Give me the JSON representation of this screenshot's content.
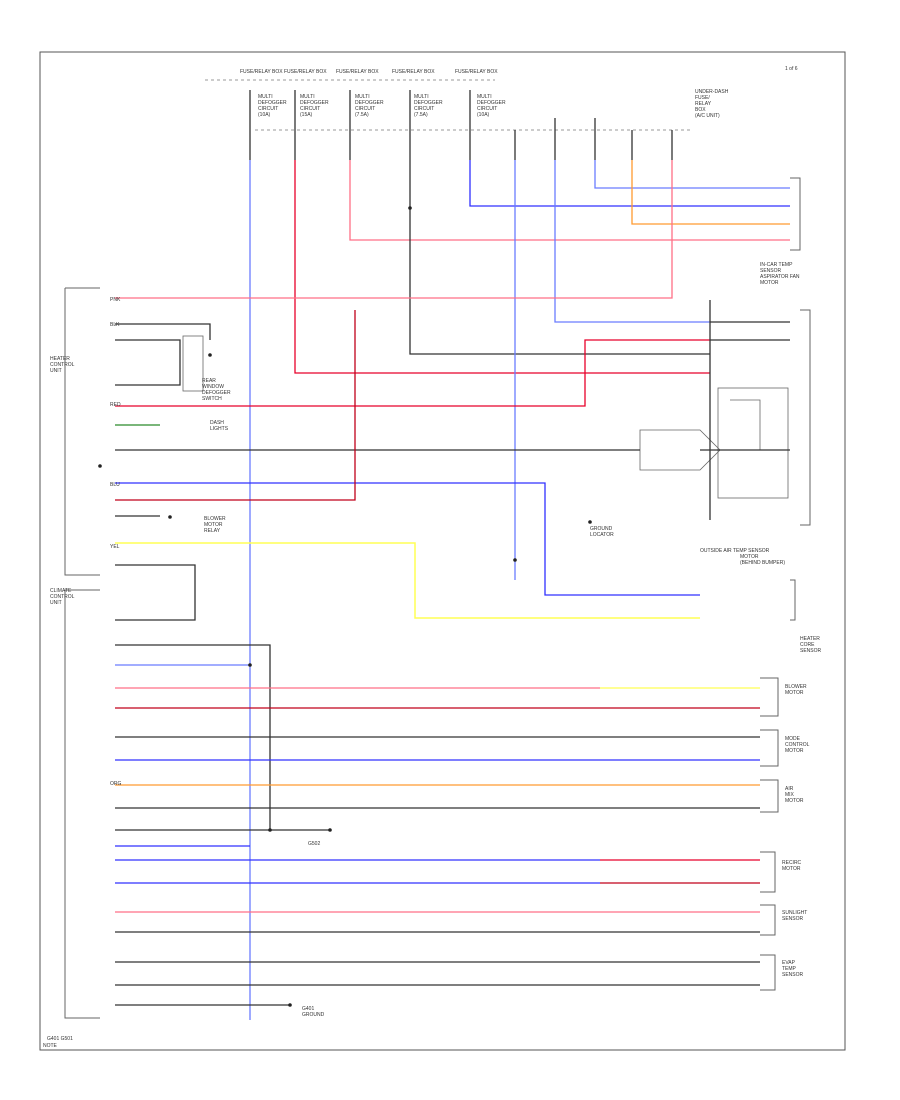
{
  "diagram": {
    "page_ref": "1 of 6",
    "footnote": "NOTE",
    "top_fuses": [
      {
        "title": "FUSE/RELAY BOX",
        "lines": [
          "MULTI",
          "DEFOGGER",
          "CIRCUIT",
          "(10A)"
        ]
      },
      {
        "title": "FUSE/RELAY BOX",
        "lines": [
          "MULTI",
          "DEFOGGER",
          "CIRCUIT",
          "(15A)"
        ]
      },
      {
        "title": "FUSE/RELAY BOX",
        "lines": [
          "MULTI",
          "DEFOGGER",
          "CIRCUIT",
          "(7.5A)"
        ]
      },
      {
        "title": "FUSE/RELAY BOX",
        "lines": [
          "MULTI",
          "DEFOGGER",
          "CIRCUIT",
          "(7.5A)"
        ]
      },
      {
        "title": "FUSE/RELAY BOX",
        "lines": [
          "MULTI",
          "DEFOGGER",
          "CIRCUIT",
          "(10A)"
        ]
      }
    ],
    "top_right_block": [
      "UNDER-DASH",
      "FUSE/",
      "RELAY",
      "BOX",
      "(A/C UNIT)"
    ],
    "right_connector_top": [
      "IN-CAR TEMP",
      "SENSOR",
      "ASPIRATOR FAN",
      "MOTOR"
    ],
    "left_module_1": [
      "HEATER",
      "CONTROL",
      "UNIT"
    ],
    "left_module_2": [
      "CLIMATE",
      "CONTROL",
      "UNIT"
    ],
    "left_bottom_label": "G401 G501",
    "mid_labels": {
      "defogger": [
        "REAR",
        "WINDOW",
        "DEFOGGER",
        "SWITCH"
      ],
      "dash_light": [
        "DASH",
        "LIGHTS"
      ],
      "blower": [
        "BLOWER",
        "MOTOR",
        "RELAY"
      ],
      "ground": [
        "GROUND",
        "LOCATOR"
      ],
      "sensor_block": [
        "OUTSIDE AIR TEMP SENSOR",
        "MOTOR",
        "(BEHIND BUMPER)"
      ],
      "splice": "G502",
      "bottom_ground": [
        "G401",
        "GROUND"
      ]
    },
    "right_sensors": [
      [
        "BLOWER",
        "MOTOR"
      ],
      [
        "MODE",
        "CONTROL",
        "MOTOR"
      ],
      [
        "AIR",
        "MIX",
        "MOTOR"
      ],
      [
        "RECIRC",
        "MOTOR"
      ],
      [
        "SUNLIGHT",
        "SENSOR"
      ],
      [
        "EVAP",
        "TEMP",
        "SENSOR"
      ],
      [
        "HEATER",
        "CORE",
        "SENSOR"
      ]
    ],
    "wire_codes": {
      "pink": "PNK",
      "blk": "BLK",
      "blu": "BLU",
      "yel": "YEL",
      "red": "RED",
      "org": "ORG"
    },
    "colors": {
      "pink": "#ff6f86",
      "red": "#e8002a",
      "darkred": "#c0001a",
      "blue": "#3030ff",
      "lightblue": "#6a7cff",
      "yellow": "#ffff55",
      "orange": "#ff9a30",
      "black": "#333333",
      "frame": "#666666"
    }
  }
}
